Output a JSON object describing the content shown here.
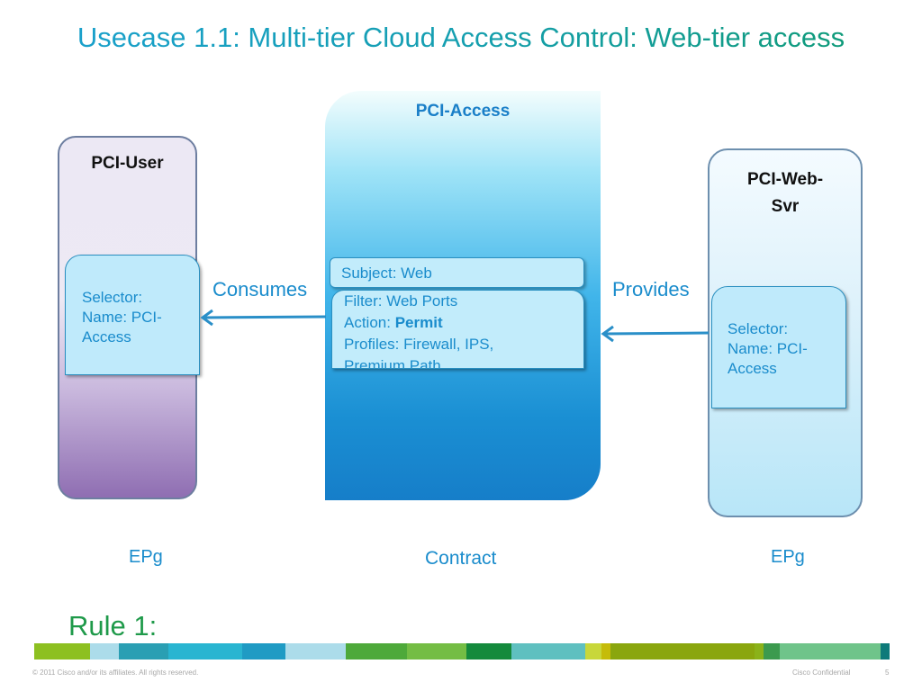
{
  "title": "Usecase 1.1: Multi-tier Cloud Access Control: Web-tier access",
  "epg_left": {
    "name": "PCI-User",
    "selector": [
      "Selector:",
      "Name: PCI-",
      "Access"
    ],
    "caption": "EPg"
  },
  "contract": {
    "name": "PCI-Access",
    "subject": "Subject: Web",
    "filter": "Filter: Web Ports",
    "action_label": "Action: ",
    "action_value": "Permit",
    "profiles_line1": "Profiles: Firewall, IPS,",
    "profiles_line2": "Premium Path",
    "caption": "Contract"
  },
  "epg_right": {
    "name_line1": "PCI-Web-",
    "name_line2": "Svr",
    "selector": [
      "Selector:",
      "Name: PCI-",
      "Access"
    ],
    "caption": "EPg"
  },
  "relations": {
    "consumes": "Consumes",
    "provides": "Provides"
  },
  "rule": "Rule 1:",
  "color_bar": [
    "#8dc021",
    "#acdcea",
    "#2a9fb3",
    "#29b5d1",
    "#1f9bc4",
    "#acdcea",
    "#4ea93a",
    "#74bd44",
    "#148a3c",
    "#5fc0c0",
    "#c8d73a",
    "#c5bc0a",
    "#8aa60e",
    "#8bb219",
    "#3c9a4e",
    "#6fc48a",
    "#0e7a7a"
  ],
  "footer": {
    "copyright": "© 2011 Cisco and/or its affiliates. All rights reserved.",
    "confidential": "Cisco Confidential",
    "page": "5"
  }
}
